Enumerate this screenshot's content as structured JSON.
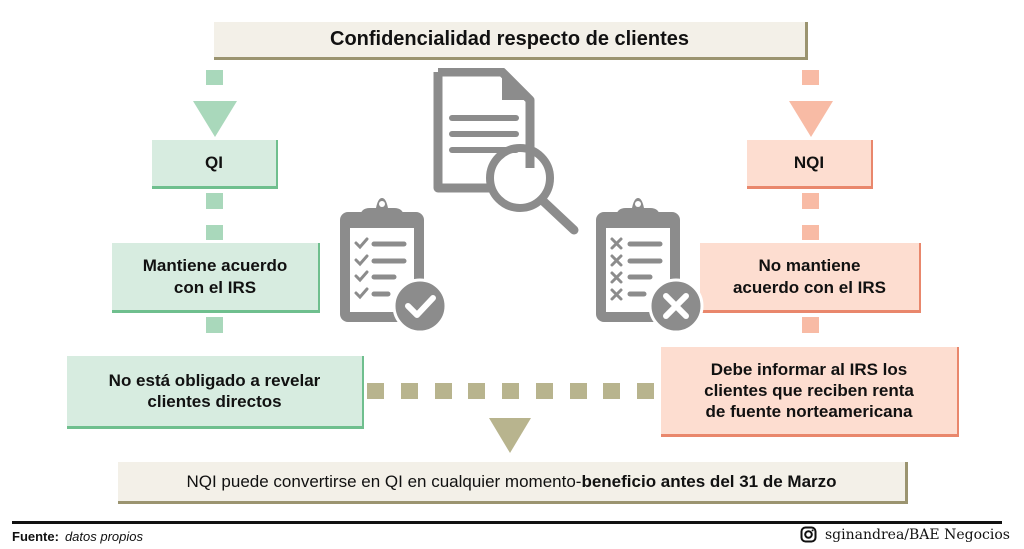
{
  "title": "Confidencialidad respecto de clientes",
  "left_branch": {
    "label": "QI",
    "step1": "Mantiene acuerdo con el IRS",
    "step1_lines": [
      "Mantiene acuerdo",
      "con el IRS"
    ],
    "step2_lines": [
      "No está obligado a revelar",
      "clientes directos"
    ],
    "color": "#d7ece0",
    "accent": "#6fbf8e"
  },
  "right_branch": {
    "label": "NQI",
    "step1_lines": [
      "No mantiene",
      "acuerdo con el IRS"
    ],
    "step2_lines": [
      "Debe informar al IRS los",
      "clientes que reciben renta",
      "de fuente norteamericana"
    ],
    "color": "#fdddd0",
    "accent": "#e9876c"
  },
  "conclusion": {
    "normal": "NQI puede convertirse en QI en cualquier momento-",
    "bold": "beneficio antes del 31 de Marzo"
  },
  "icons": {
    "center": "document-search-icon",
    "left": "checklist-approved-icon",
    "right": "checklist-rejected-icon"
  },
  "footer": {
    "source_label": "Fuente:",
    "source_value": "datos propios",
    "credit": "sginandrea/BAE Negocios",
    "credit_icon": "instagram-icon"
  }
}
